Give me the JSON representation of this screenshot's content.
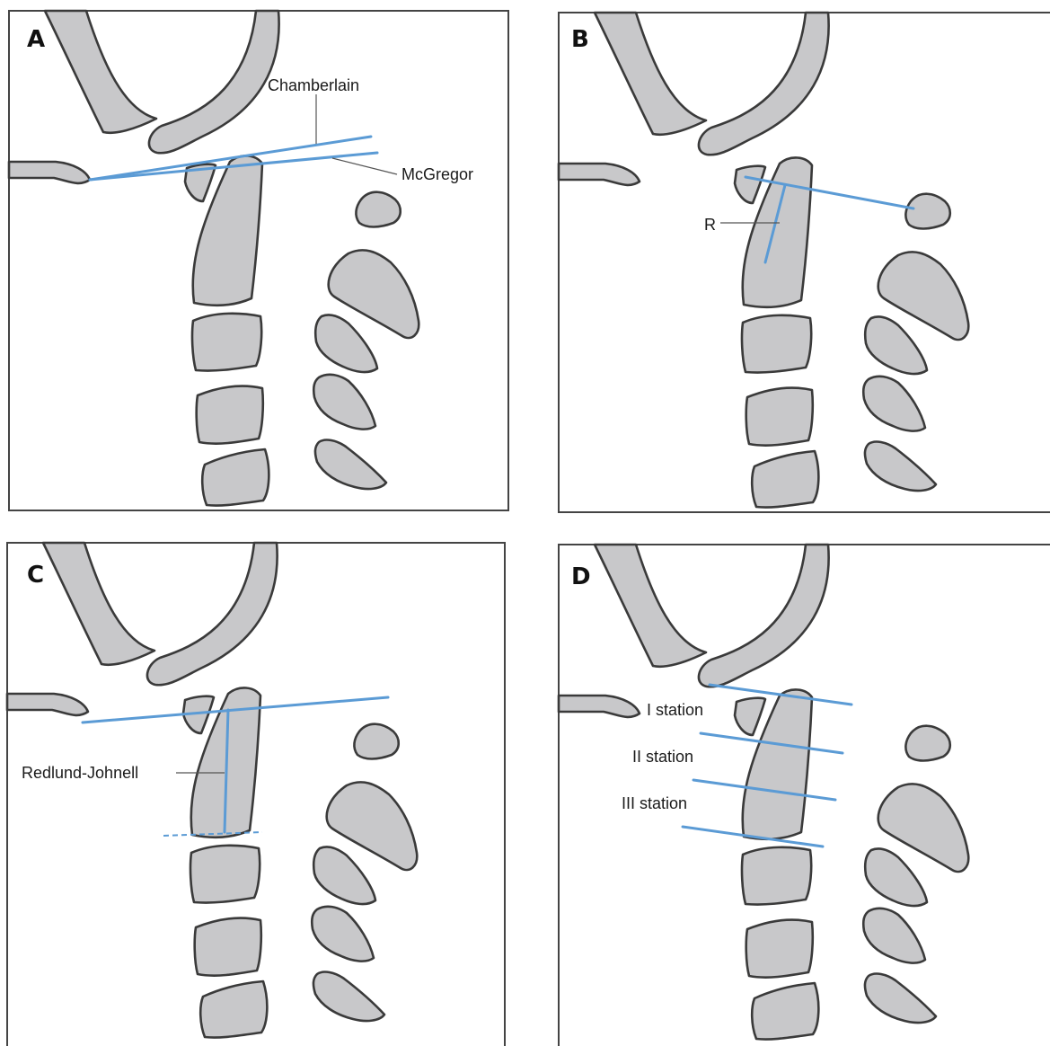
{
  "panels": {
    "a": {
      "letter": "A",
      "labels": {
        "chamberlain": "Chamberlain",
        "mcgregor": "McGregor"
      }
    },
    "b": {
      "letter": "B",
      "labels": {
        "r": "R"
      }
    },
    "c": {
      "letter": "C",
      "labels": {
        "redlund": "Redlund-Johnell"
      }
    },
    "d": {
      "letter": "D",
      "labels": {
        "station1": "I station",
        "station2": "II station",
        "station3": "III station"
      }
    }
  },
  "colors": {
    "line": "#5b9bd5",
    "bone": "#c8c8ca",
    "outline": "#3a3a3a"
  }
}
